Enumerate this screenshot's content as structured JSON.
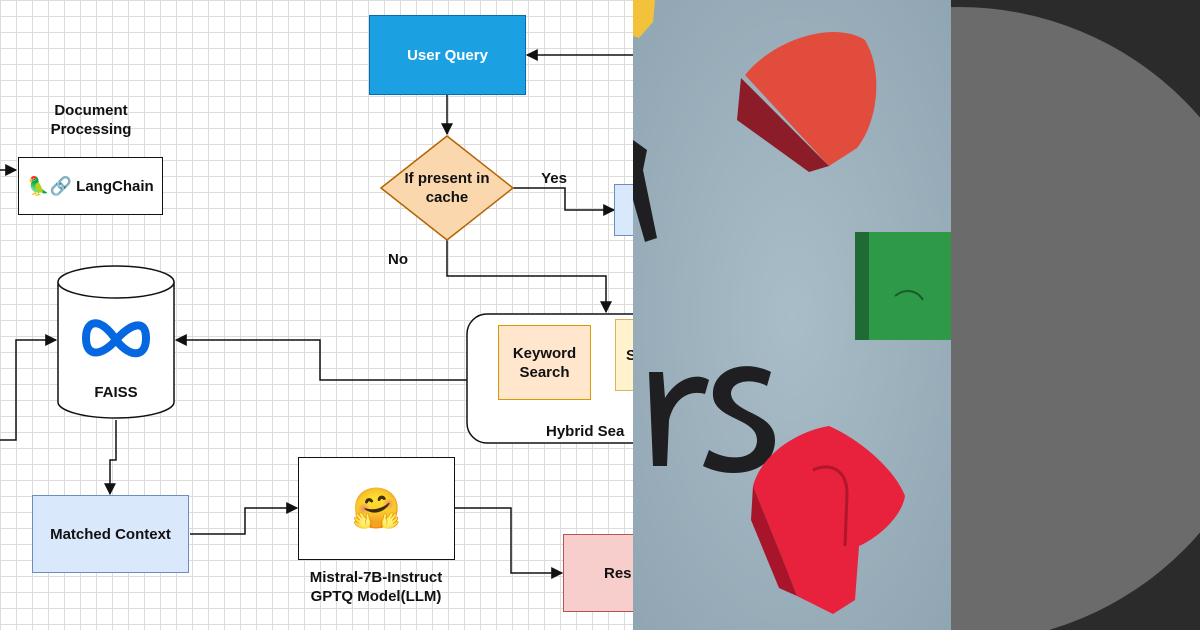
{
  "diagram": {
    "document_processing_label": "Document\nProcessing",
    "langchain_label": "LangChain",
    "user_query_label": "User Query",
    "cache_decision_label": "If present in\ncache",
    "yes_label": "Yes",
    "no_label": "No",
    "faiss_label": "FAISS",
    "keyword_search_label": "Keyword\nSearch",
    "partial_box_letter": "S",
    "hybrid_search_label": "Hybrid Sea",
    "matched_context_label": "Matched Context",
    "llm_caption": "Mistral-7B-Instruct\nGPTQ Model(LLM)",
    "response_label": "Res"
  },
  "icons": {
    "langchain": "parrot-link-icon",
    "meta": "meta-infinity-logo",
    "hugging_face": "hugging-face-emoji"
  },
  "colors": {
    "user_query_fill": "#1ba1e2",
    "decision_fill": "#fad7ac",
    "decision_stroke": "#b46504",
    "keyword_fill": "#ffe6cc",
    "keyword_stroke": "#d79b00",
    "context_fill": "#dae8fc",
    "context_stroke": "#6c8ebf",
    "response_fill": "#f8cecc",
    "response_stroke": "#b85450",
    "meta_blue": "#0668e1",
    "photo_background": "#9fb4bf",
    "dark_panel": "#2b2b2b",
    "grey_circle": "#6b6b6b"
  }
}
